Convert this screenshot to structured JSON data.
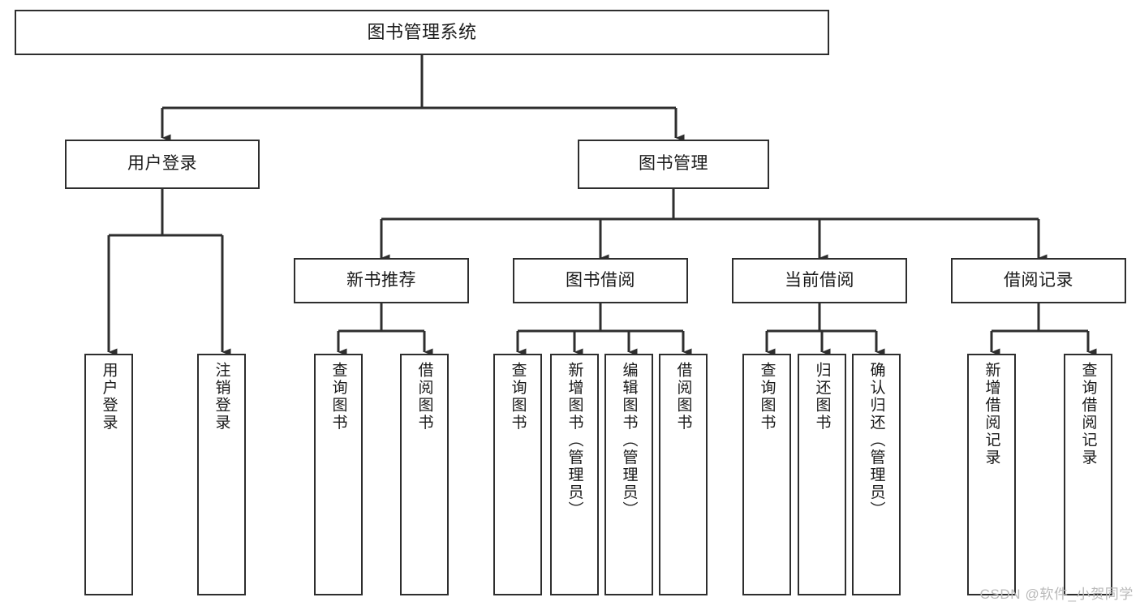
{
  "diagram": {
    "title": "图书管理系统",
    "type": "tree-hierarchy-diagram",
    "colors": {
      "box_border": "#2e2e2e",
      "box_fill": "#ffffff",
      "connector": "#2e2e2e",
      "text": "#1a1a1a",
      "watermark": "#b9b9b9",
      "background": "#ffffff"
    },
    "watermark": "CSDN @软件_小贺同学",
    "nodes": {
      "root": {
        "label": "图书管理系统",
        "level": 0
      },
      "level2": [
        {
          "id": "user-login",
          "label": "用户登录"
        },
        {
          "id": "book-manage",
          "label": "图书管理"
        }
      ],
      "level3": [
        {
          "id": "new-book-recommend",
          "label": "新书推荐",
          "parent": "book-manage"
        },
        {
          "id": "book-borrow",
          "label": "图书借阅",
          "parent": "book-manage"
        },
        {
          "id": "current-borrow",
          "label": "当前借阅",
          "parent": "book-manage"
        },
        {
          "id": "borrow-record",
          "label": "借阅记录",
          "parent": "book-manage"
        }
      ],
      "leaves": {
        "user-login": [
          {
            "id": "leaf-user-login",
            "label": "用户登录"
          },
          {
            "id": "leaf-logout",
            "label": "注销登录"
          }
        ],
        "new-book-recommend": [
          {
            "id": "leaf-query-book-1",
            "label": "查询图书"
          },
          {
            "id": "leaf-borrow-book-1",
            "label": "借阅图书"
          }
        ],
        "book-borrow": [
          {
            "id": "leaf-query-book-2",
            "label": "查询图书"
          },
          {
            "id": "leaf-add-book",
            "label": "新增图书（管理员）"
          },
          {
            "id": "leaf-edit-book",
            "label": "编辑图书（管理员）"
          },
          {
            "id": "leaf-borrow-book-2",
            "label": "借阅图书"
          }
        ],
        "current-borrow": [
          {
            "id": "leaf-query-book-3",
            "label": "查询图书"
          },
          {
            "id": "leaf-return-book",
            "label": "归还图书"
          },
          {
            "id": "leaf-confirm-return",
            "label": "确认归还（管理员）"
          }
        ],
        "borrow-record": [
          {
            "id": "leaf-add-record",
            "label": "新增借阅记录"
          },
          {
            "id": "leaf-query-record",
            "label": "查询借阅记录"
          }
        ]
      }
    }
  }
}
